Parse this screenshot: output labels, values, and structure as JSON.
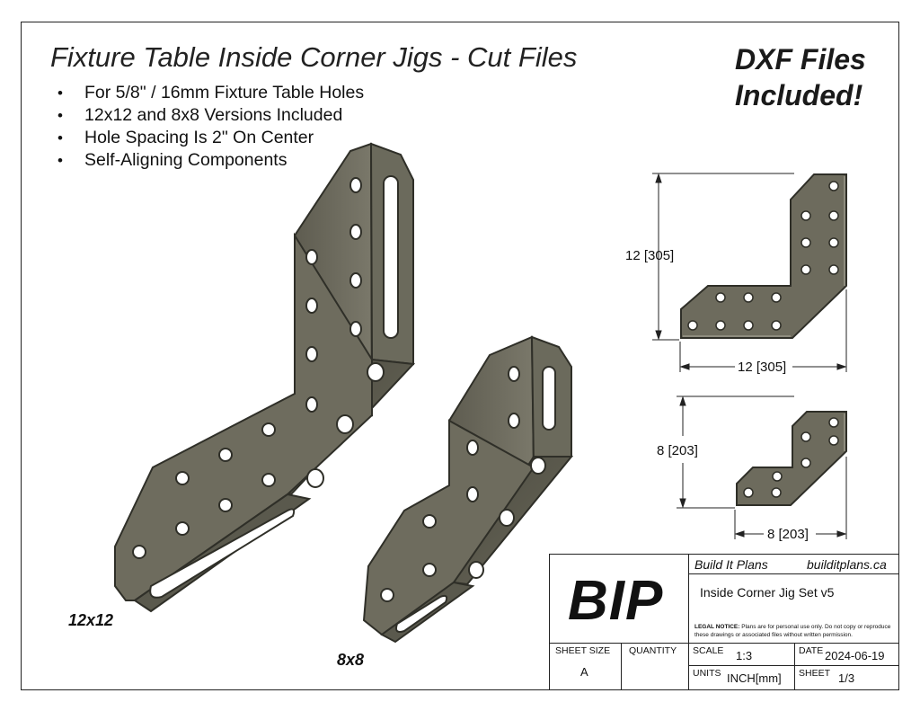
{
  "header": {
    "title": "Fixture Table Inside Corner Jigs - Cut Files",
    "badge_line1": "DXF Files",
    "badge_line2": "Included!"
  },
  "bullets": [
    {
      "marker": "•",
      "text": "For 5/8\" / 16mm Fixture Table Holes"
    },
    {
      "marker": "•",
      "text": "12x12 and 8x8 Versions Included"
    },
    {
      "marker": "•",
      "text": "Hole Spacing Is 2\" On Center"
    },
    {
      "marker": "•",
      "text": "Self-Aligning Components"
    }
  ],
  "parts": {
    "large_label": "12x12",
    "small_label": "8x8"
  },
  "dimensions": {
    "large_height": "12 [305]",
    "large_width": "12 [305]",
    "small_height": "8 [203]",
    "small_width": "8 [203]"
  },
  "title_block": {
    "logo": "BIP",
    "company": "Build It Plans",
    "website": "builditplans.ca",
    "drawing_title": "Inside Corner Jig Set v5",
    "legal_heading": "LEGAL NOTICE:",
    "legal_text": " Plans are for personal use only. Do not copy or reproduce these drawings or associated files without written permission.",
    "sheet_size_label": "SHEET SIZE",
    "sheet_size_value": "A",
    "quantity_label": "QUANTITY",
    "scale_label": "SCALE",
    "scale_value": "1:3",
    "date_label": "DATE",
    "date_value": "2024-06-19",
    "units_label": "UNITS",
    "units_value": "INCH[mm]",
    "sheet_label": "SHEET",
    "sheet_value": "1/3"
  },
  "colors": {
    "metal_face": "#6d6b5d",
    "metal_edge": "#3a3a30",
    "metal_highlight": "#9a988a"
  }
}
